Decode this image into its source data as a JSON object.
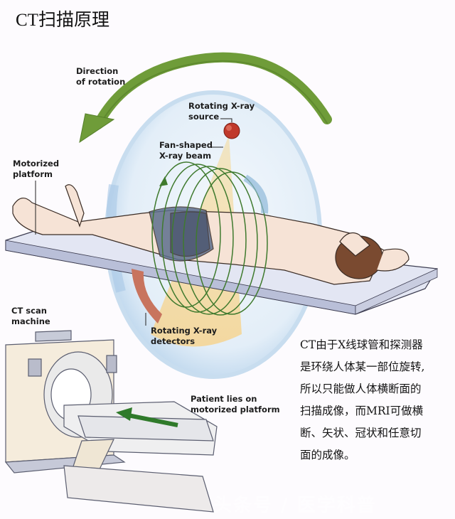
{
  "title": "CT扫描原理",
  "labels": {
    "direction_of_rotation": [
      "Direction",
      "of rotation"
    ],
    "rotating_xray_source": [
      "Rotating X-ray",
      "source"
    ],
    "fan_shaped_beam": [
      "Fan-shaped",
      "X-ray beam"
    ],
    "motorized_platform": [
      "Motorized",
      "platform"
    ],
    "rotating_xray_detectors": [
      "Rotating X-ray",
      "detectors"
    ],
    "ct_scan_machine": [
      "CT scan",
      "machine"
    ],
    "patient_lies_on_platform": [
      "Patient lies on",
      "motorized platform"
    ]
  },
  "description": {
    "lines": [
      "CT由于X线球管和探测器",
      "是环绕人体某一部位旋转,",
      "所以只能做人体横断面的",
      "扫描成像，而MRI可做横",
      "断、矢状、冠状和任意切",
      "面的成像。"
    ]
  },
  "watermark": "头条号 / 医学科普",
  "colors": {
    "rotation_arrow": "#6a9a35",
    "xray_source": "#c0392b",
    "beam": "#f5d89a",
    "gantry_disk": "#d8e8f5",
    "detectors": "#c8745e",
    "scan_rings": "#3f7a2e",
    "platform": "#dfe4f2",
    "platform_arrow": "#2f7a2a"
  }
}
